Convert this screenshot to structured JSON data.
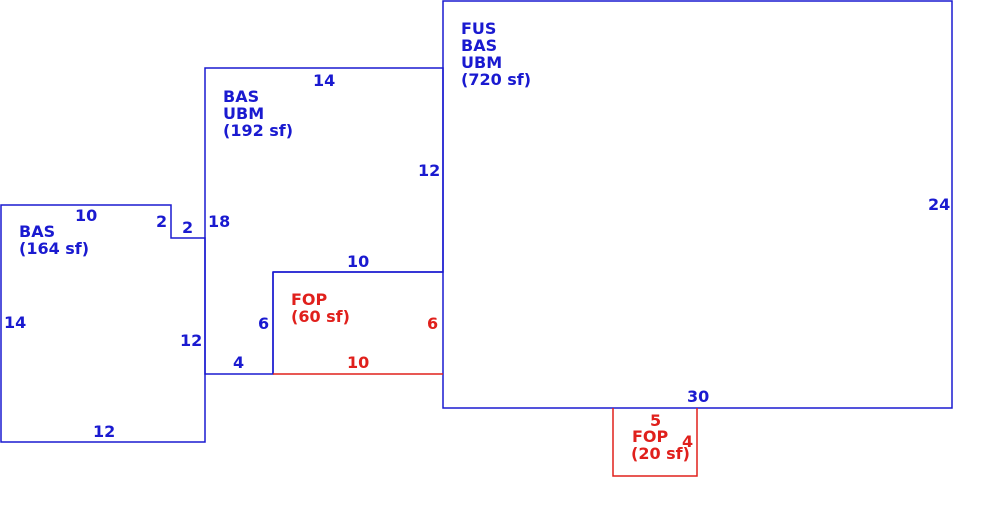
{
  "colors": {
    "wall": "#1a1ad0",
    "porch": "#e0201c",
    "background": "#ffffff"
  },
  "areas": {
    "bas_left": {
      "codes": [
        "BAS"
      ],
      "area": "(164 sf)"
    },
    "bas_mid": {
      "codes": [
        "BAS",
        "UBM"
      ],
      "area": "(192 sf)"
    },
    "fus_right": {
      "codes": [
        "FUS",
        "BAS",
        "UBM"
      ],
      "area": "(720 sf)"
    },
    "fop_mid": {
      "codes": [
        "FOP"
      ],
      "area": "(60 sf)"
    },
    "fop_bottom": {
      "codes": [
        "FOP"
      ],
      "area": "(20 sf)"
    }
  },
  "dimensions": {
    "left_top": "10",
    "left_notch_v": "2",
    "left_notch_h": "2",
    "left_side": "14",
    "left_right_lower": "12",
    "left_bottom": "12",
    "mid_top": "14",
    "mid_left": "18",
    "mid_right_upper": "12",
    "mid_fop_left": "6",
    "mid_bottom": "4",
    "fop_top": "10",
    "fop_right": "6",
    "fop_bottom": "10",
    "right_side": "24",
    "right_bottom": "30",
    "fop2_top": "5",
    "fop2_side": "4"
  }
}
